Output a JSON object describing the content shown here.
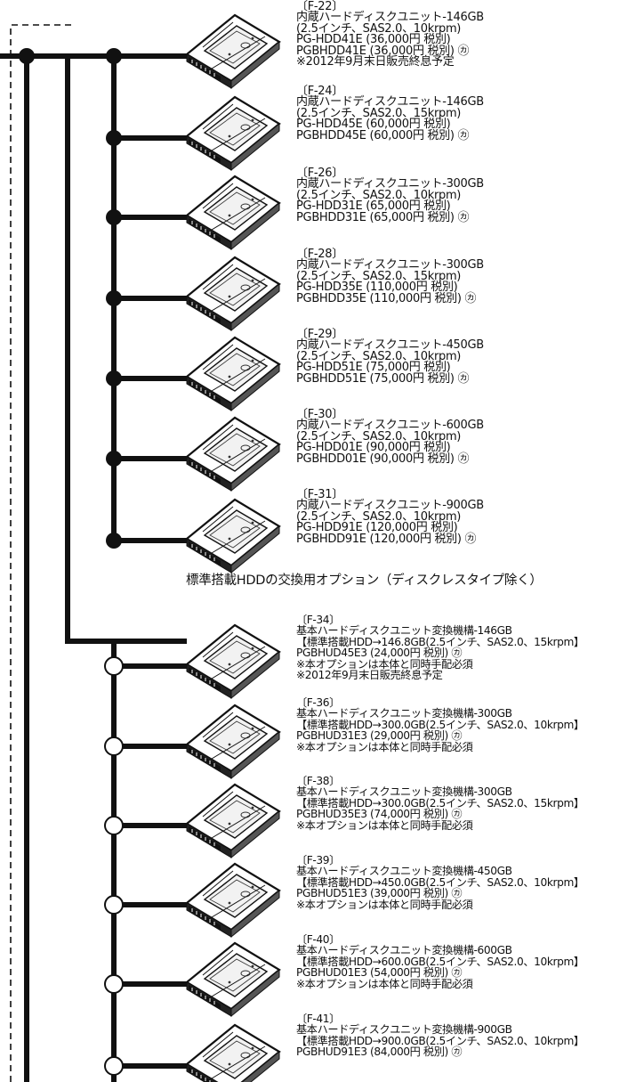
{
  "group_primary": [
    {
      "code": "〔F-22〕",
      "name": "内蔵ハードディスクユニット-146GB",
      "spec": "(2.5インチ、SAS2.0、10krpm)",
      "model": "PG-HDD41E (36,000円 税別)",
      "model2": "PGBHDD41E (36,000円 税別) ㋕",
      "note": "※2012年9月末日販売終息予定"
    },
    {
      "code": "〔F-24〕",
      "name": "内蔵ハードディスクユニット-146GB",
      "spec": "(2.5インチ、SAS2.0、15krpm)",
      "model": "PG-HDD45E (60,000円 税別)",
      "model2": "PGBHDD45E (60,000円 税別) ㋕"
    },
    {
      "code": "〔F-26〕",
      "name": "内蔵ハードディスクユニット-300GB",
      "spec": "(2.5インチ、SAS2.0、10krpm)",
      "model": "PG-HDD31E (65,000円 税別)",
      "model2": "PGBHDD31E (65,000円 税別) ㋕"
    },
    {
      "code": "〔F-28〕",
      "name": "内蔵ハードディスクユニット-300GB",
      "spec": "(2.5インチ、SAS2.0、15krpm)",
      "model": "PG-HDD35E (110,000円 税別)",
      "model2": "PGBHDD35E (110,000円 税別) ㋕"
    },
    {
      "code": "〔F-29〕",
      "name": "内蔵ハードディスクユニット-450GB",
      "spec": "(2.5インチ、SAS2.0、10krpm)",
      "model": "PG-HDD51E (75,000円 税別)",
      "model2": "PGBHDD51E (75,000円 税別) ㋕"
    },
    {
      "code": "〔F-30〕",
      "name": "内蔵ハードディスクユニット-600GB",
      "spec": "(2.5インチ、SAS2.0、10krpm)",
      "model": "PG-HDD01E (90,000円 税別)",
      "model2": "PGBHDD01E (90,000円 税別) ㋕"
    },
    {
      "code": "〔F-31〕",
      "name": "内蔵ハードディスクユニット-900GB",
      "spec": "(2.5インチ、SAS2.0、10krpm)",
      "model": "PG-HDD91E (120,000円 税別)",
      "model2": "PGBHDD91E (120,000円 税別) ㋕"
    }
  ],
  "section_title": "標準搭載HDDの交換用オプション（ディスクレスタイプ除く）",
  "group_replacement": [
    {
      "code": "〔F-34〕",
      "name": "基本ハードディスクユニット変換機構-146GB",
      "spec": "【標準搭載HDD→146.8GB(2.5インチ、SAS2.0、15krpm】",
      "model": "PGBHUD45E3 (24,000円 税別) ㋕",
      "note": "※本オプションは本体と同時手配必須",
      "note2": "※2012年9月末日販売終息予定"
    },
    {
      "code": "〔F-36〕",
      "name": "基本ハードディスクユニット変換機構-300GB",
      "spec": "【標準搭載HDD→300.0GB(2.5インチ、SAS2.0、10krpm】",
      "model": "PGBHUD31E3 (29,000円 税別) ㋕",
      "note": "※本オプションは本体と同時手配必須"
    },
    {
      "code": "〔F-38〕",
      "name": "基本ハードディスクユニット変換機構-300GB",
      "spec": "【標準搭載HDD→300.0GB(2.5インチ、SAS2.0、15krpm】",
      "model": "PGBHUD35E3 (74,000円 税別) ㋕",
      "note": "※本オプションは本体と同時手配必須"
    },
    {
      "code": "〔F-39〕",
      "name": "基本ハードディスクユニット変換機構-450GB",
      "spec": "【標準搭載HDD→450.0GB(2.5インチ、SAS2.0、10krpm】",
      "model": "PGBHUD51E3 (39,000円 税別) ㋕",
      "note": "※本オプションは本体と同時手配必須"
    },
    {
      "code": "〔F-40〕",
      "name": "基本ハードディスクユニット変換機構-600GB",
      "spec": "【標準搭載HDD→600.0GB(2.5インチ、SAS2.0、10krpm】",
      "model": "PGBHUD01E3 (54,000円 税別) ㋕",
      "note": "※本オプションは本体と同時手配必須"
    },
    {
      "code": "〔F-41〕",
      "name": "基本ハードディスクユニット変換機構-900GB",
      "spec": "【標準搭載HDD→900.0GB(2.5インチ、SAS2.0、10krpm】",
      "model": "PGBHUD91E3 (84,000円 税別) ㋕"
    }
  ]
}
